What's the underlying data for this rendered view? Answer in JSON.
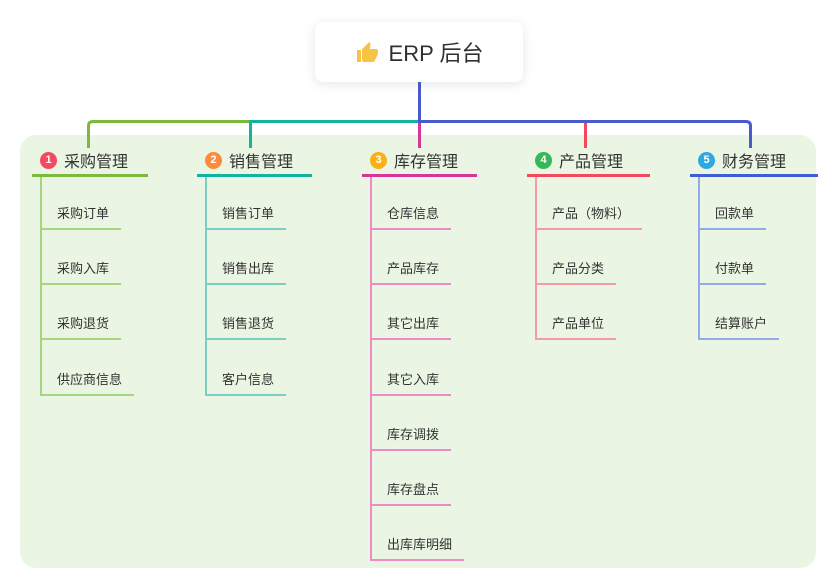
{
  "root": {
    "label": "ERP 后台",
    "icon": "thumbs-up-icon"
  },
  "branches": [
    {
      "index": "1",
      "label": "采购管理",
      "badge_color": "#f5495f",
      "line_color": "#7cb93e",
      "child_line_color": "#a6d57f",
      "children": [
        "采购订单",
        "采购入库",
        "采购退货",
        "供应商信息"
      ]
    },
    {
      "index": "2",
      "label": "销售管理",
      "badge_color": "#fb8c3c",
      "line_color": "#14b2a0",
      "child_line_color": "#7bcfc2",
      "children": [
        "销售订单",
        "销售出库",
        "销售退货",
        "客户信息"
      ]
    },
    {
      "index": "3",
      "label": "库存管理",
      "badge_color": "#f9b115",
      "line_color": "#d6359c",
      "child_line_color": "#ee8ac5",
      "children": [
        "仓库信息",
        "产品库存",
        "其它出库",
        "其它入库",
        "库存调拨",
        "库存盘点",
        "出库库明细"
      ]
    },
    {
      "index": "4",
      "label": "产品管理",
      "badge_color": "#36b857",
      "line_color": "#f4485e",
      "child_line_color": "#f79aa7",
      "children": [
        "产品（物料）",
        "产品分类",
        "产品单位"
      ]
    },
    {
      "index": "5",
      "label": "财务管理",
      "badge_color": "#2fa8e1",
      "line_color": "#405ed2",
      "child_line_color": "#94a9e8",
      "children": [
        "回款单",
        "付款单",
        "结算账户"
      ]
    }
  ],
  "colors": {
    "canvas_bg": "#ffffff",
    "panel_bg": "#eaf6e3",
    "root_connector": "#4a5ace",
    "text": "#333333"
  }
}
